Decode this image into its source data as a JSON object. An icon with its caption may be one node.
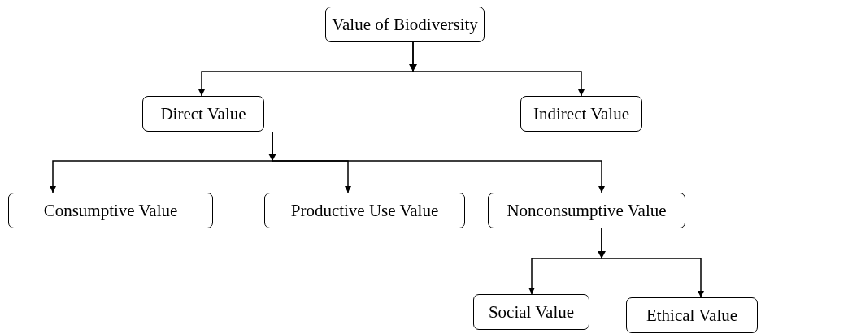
{
  "diagram": {
    "nodes": [
      {
        "text": [
          "Value of Biodiversity"
        ]
      },
      {
        "text": [
          "Direct Value"
        ]
      },
      {
        "text": [
          "Indirect Value"
        ]
      },
      {
        "text": [
          "Consumptive Value"
        ]
      },
      {
        "text": [
          "Productive Use Value"
        ]
      },
      {
        "text": [
          "Nonconsumptive Value"
        ]
      },
      {
        "text": [
          "Social Value"
        ]
      },
      {
        "text": [
          "Ethical Value"
        ]
      }
    ],
    "edges": [
      {
        "from": 0,
        "to": 1,
        "arrow": "to"
      },
      {
        "from": 0,
        "to": 2,
        "arrow": "to"
      },
      {
        "from": 1,
        "to": 3,
        "arrow": "to"
      },
      {
        "from": 1,
        "to": 4,
        "arrow": "to"
      },
      {
        "from": 1,
        "to": 5,
        "arrow": "to"
      },
      {
        "from": 5,
        "to": 6,
        "arrow": "to"
      },
      {
        "from": 5,
        "to": 7,
        "arrow": "to"
      }
    ]
  }
}
